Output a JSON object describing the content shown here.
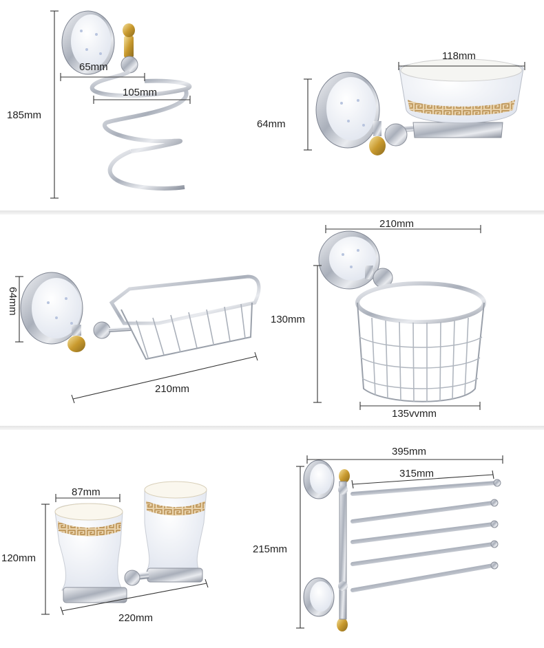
{
  "products": {
    "hair_dryer_holder": {
      "height": "185mm",
      "depth": "65mm",
      "ring": "105mm"
    },
    "soap_dish_ceramic": {
      "diameter": "118mm",
      "height": "64mm"
    },
    "soap_basket": {
      "height": "64mm",
      "length": "210mm"
    },
    "paper_holder": {
      "width": "210mm",
      "height": "130mm",
      "basket": "135vvmm"
    },
    "double_tumbler": {
      "cup": "87mm",
      "height": "120mm",
      "length": "220mm"
    },
    "towel_rack": {
      "outer": "395mm",
      "inner": "315mm",
      "height": "215mm"
    }
  },
  "colors": {
    "chrome": "#c9ccd2",
    "gold": "#d7b14a",
    "ceramic": "#f4f6fb",
    "pattern": "#c89f63"
  }
}
